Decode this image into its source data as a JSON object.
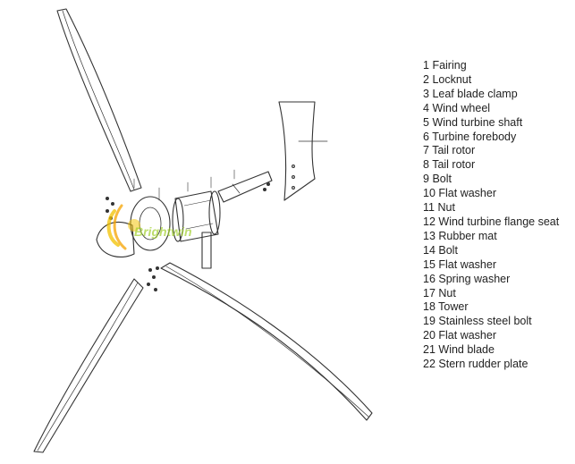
{
  "watermark": {
    "brand": "Brightwin"
  },
  "parts": [
    {
      "num": "1",
      "label": "Fairing"
    },
    {
      "num": "2",
      "label": "Locknut"
    },
    {
      "num": "3",
      "label": "Leaf blade clamp"
    },
    {
      "num": "4",
      "label": "Wind wheel"
    },
    {
      "num": "5",
      "label": "Wind turbine shaft"
    },
    {
      "num": "6",
      "label": "Turbine forebody"
    },
    {
      "num": "7",
      "label": "Tail rotor"
    },
    {
      "num": "8",
      "label": "Tail rotor"
    },
    {
      "num": "9",
      "label": "Bolt"
    },
    {
      "num": "10",
      "label": "Flat washer"
    },
    {
      "num": "11",
      "label": "Nut"
    },
    {
      "num": "12",
      "label": "Wind turbine flange seat"
    },
    {
      "num": "13",
      "label": "Rubber mat"
    },
    {
      "num": "14",
      "label": "Bolt"
    },
    {
      "num": "15",
      "label": "Flat washer"
    },
    {
      "num": "16",
      "label": "Spring washer"
    },
    {
      "num": "17",
      "label": "Nut"
    },
    {
      "num": "18",
      "label": "Tower"
    },
    {
      "num": "19",
      "label": "Stainless steel bolt"
    },
    {
      "num": "20",
      "label": "Flat washer"
    },
    {
      "num": "21",
      "label": "Wind blade"
    },
    {
      "num": "22",
      "label": "Stern rudder plate"
    }
  ]
}
